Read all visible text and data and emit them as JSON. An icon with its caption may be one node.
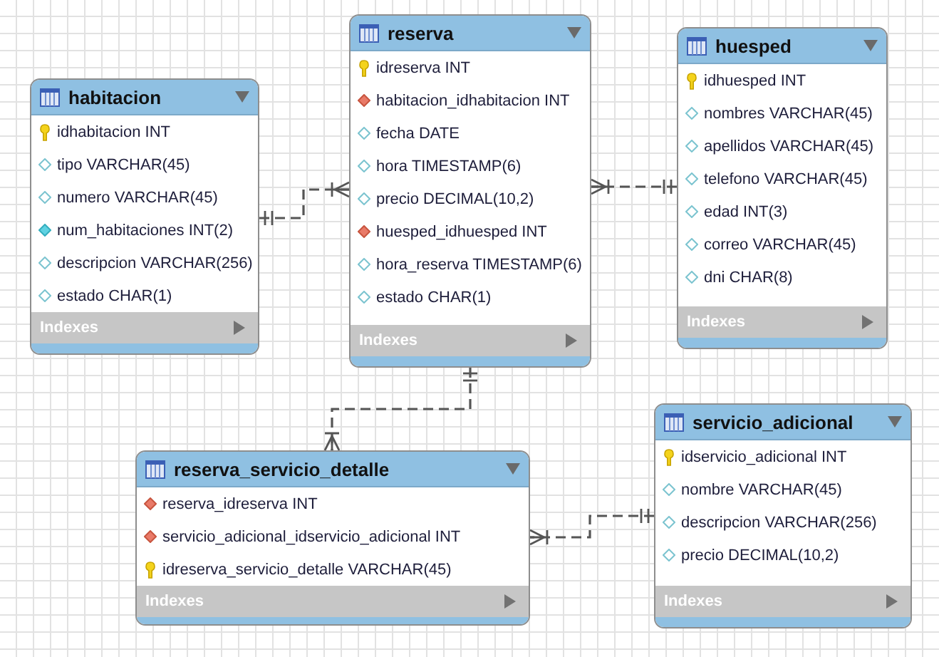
{
  "diagram": {
    "nodes": [
      {
        "text": [
          "habitacion",
          "idhabitacion INT",
          "tipo VARCHAR(45)",
          "numero VARCHAR(45)",
          "num_habitaciones INT(2)",
          "descripcion VARCHAR(256)",
          "estado CHAR(1)",
          "Indexes"
        ]
      },
      {
        "text": [
          "reserva",
          "idreserva INT",
          "habitacion_idhabitacion INT",
          "fecha DATE",
          "hora TIMESTAMP(6)",
          "precio DECIMAL(10,2)",
          "huesped_idhuesped INT",
          "hora_reserva TIMESTAMP(6)",
          "estado CHAR(1)",
          "Indexes"
        ]
      },
      {
        "text": [
          "huesped",
          "idhuesped INT",
          "nombres VARCHAR(45)",
          "apellidos VARCHAR(45)",
          "telefono VARCHAR(45)",
          "edad INT(3)",
          "correo VARCHAR(45)",
          "dni CHAR(8)",
          "Indexes"
        ]
      },
      {
        "text": [
          "reserva_servicio_detalle",
          "reserva_idreserva INT",
          "servicio_adicional_idservicio_adicional INT",
          "idreserva_servicio_detalle VARCHAR(45)",
          "Indexes"
        ]
      },
      {
        "text": [
          "servicio_adicional",
          "idservicio_adicional INT",
          "nombre VARCHAR(45)",
          "descripcion VARCHAR(256)",
          "precio DECIMAL(10,2)",
          "Indexes"
        ]
      }
    ],
    "edges": [
      {
        "from": 0,
        "to": 1,
        "arrow": "other",
        "style": "dashed"
      },
      {
        "from": 2,
        "to": 1,
        "arrow": "other",
        "style": "dashed"
      },
      {
        "from": 1,
        "to": 3,
        "arrow": "other",
        "style": "dashed"
      },
      {
        "from": 4,
        "to": 3,
        "arrow": "other",
        "style": "dashed"
      }
    ]
  }
}
